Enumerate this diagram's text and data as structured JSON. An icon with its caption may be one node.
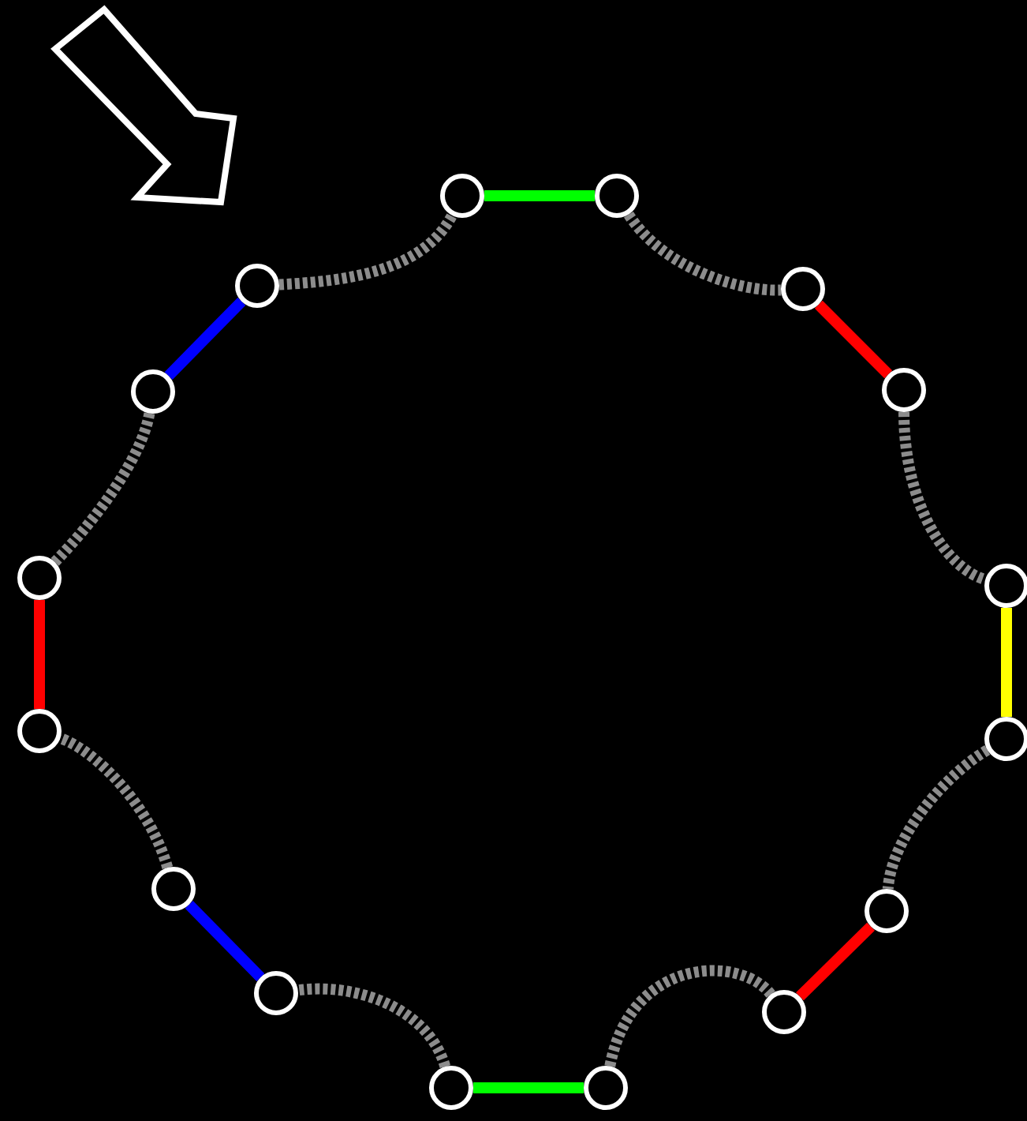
{
  "diagram": {
    "nodes": [
      {
        "text": [],
        "shape": "circle"
      },
      {
        "text": [],
        "shape": "circle"
      },
      {
        "text": [],
        "shape": "circle"
      },
      {
        "text": [],
        "shape": "circle"
      },
      {
        "text": [],
        "shape": "circle"
      },
      {
        "text": [],
        "shape": "circle"
      },
      {
        "text": [],
        "shape": "circle"
      },
      {
        "text": [],
        "shape": "circle"
      },
      {
        "text": [],
        "shape": "circle"
      },
      {
        "text": [],
        "shape": "circle"
      },
      {
        "text": [],
        "shape": "circle"
      },
      {
        "text": [],
        "shape": "circle"
      },
      {
        "text": [],
        "shape": "circle"
      },
      {
        "text": [],
        "shape": "circle"
      },
      {
        "text": [],
        "shape": "circle"
      },
      {
        "text": [],
        "shape": "circle"
      }
    ],
    "edges": [
      {
        "from": 0,
        "to": 1,
        "arrow": "none",
        "color": "#00ff00"
      },
      {
        "from": 1,
        "to": 2,
        "arrow": "none",
        "style": "dashed"
      },
      {
        "from": 2,
        "to": 3,
        "arrow": "none",
        "color": "#ff0000"
      },
      {
        "from": 3,
        "to": 4,
        "arrow": "none",
        "style": "dashed"
      },
      {
        "from": 4,
        "to": 5,
        "arrow": "none",
        "color": "#ffff00"
      },
      {
        "from": 5,
        "to": 6,
        "arrow": "none",
        "style": "dashed"
      },
      {
        "from": 6,
        "to": 7,
        "arrow": "none",
        "color": "#ff0000"
      },
      {
        "from": 7,
        "to": 8,
        "arrow": "none",
        "style": "dashed"
      },
      {
        "from": 8,
        "to": 9,
        "arrow": "none",
        "color": "#00ff00"
      },
      {
        "from": 9,
        "to": 10,
        "arrow": "none",
        "style": "dashed"
      },
      {
        "from": 10,
        "to": 11,
        "arrow": "none",
        "color": "#0000ff"
      },
      {
        "from": 11,
        "to": 12,
        "arrow": "none",
        "style": "dashed"
      },
      {
        "from": 12,
        "to": 13,
        "arrow": "none",
        "color": "#ff0000"
      },
      {
        "from": 13,
        "to": 14,
        "arrow": "none",
        "style": "dashed"
      },
      {
        "from": 14,
        "to": 15,
        "arrow": "none",
        "color": "#0000ff"
      },
      {
        "from": 15,
        "to": 0,
        "arrow": "none",
        "style": "dashed"
      }
    ]
  }
}
